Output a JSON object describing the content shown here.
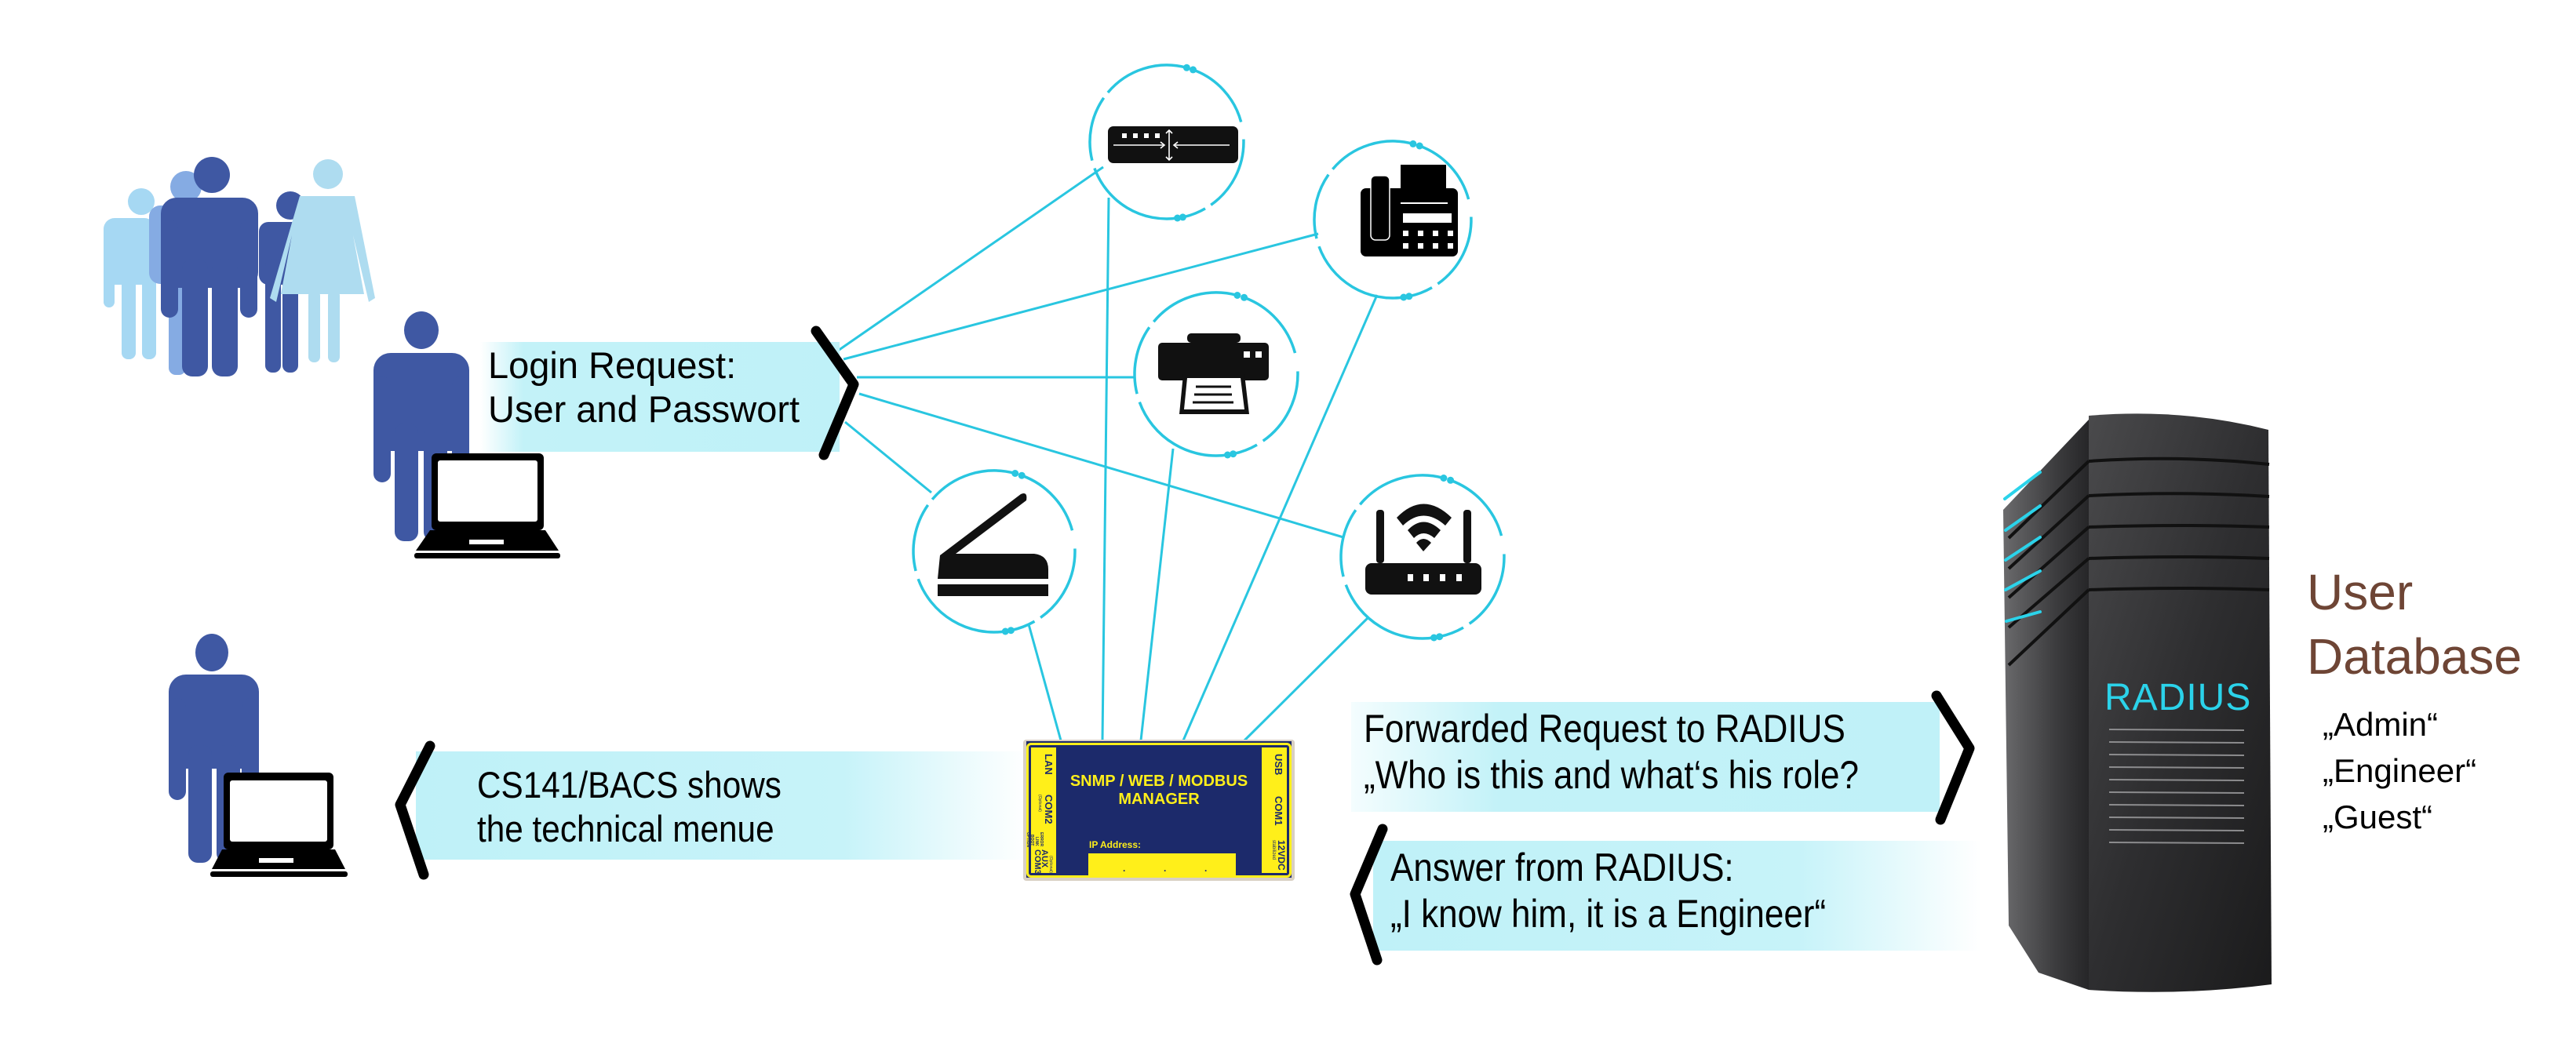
{
  "diagram": {
    "title": "RADIUS authentication flow for CS141/BACS",
    "colors": {
      "accent_cyan": "#29c6e0",
      "band_cyan": "#c3f2f8",
      "person_dark": "#3f58a3",
      "person_mid": "#85abe3",
      "person_light": "#aedcf0",
      "device_navy": "#1c2a6b",
      "device_yellow": "#ffef1a",
      "radius_text": "#2bd3ea",
      "db_title": "#6e4535"
    },
    "actors": {
      "user_group": {
        "icon": "people-group-icon"
      },
      "requesting_user": {
        "icon": "person-with-laptop-icon"
      },
      "receiving_user": {
        "icon": "person-with-laptop-icon"
      }
    },
    "messages": {
      "login_request": {
        "lines": [
          "Login Request:",
          "User and Passwort"
        ],
        "direction": "right"
      },
      "technical_menu": {
        "lines": [
          "CS141/BACS shows",
          "the technical menue"
        ],
        "direction": "left"
      },
      "forwarded_request": {
        "lines": [
          "Forwarded Request to RADIUS",
          "„Who is this and what‘s his role?"
        ],
        "direction": "right"
      },
      "radius_answer": {
        "lines": [
          "Answer from RADIUS:",
          "„I know him, it is a Engineer“"
        ],
        "direction": "left"
      }
    },
    "network_devices": [
      {
        "name": "switch",
        "icon": "network-switch-icon"
      },
      {
        "name": "fax",
        "icon": "fax-machine-icon"
      },
      {
        "name": "printer",
        "icon": "printer-icon"
      },
      {
        "name": "scanner",
        "icon": "scanner-icon"
      },
      {
        "name": "router",
        "icon": "wifi-router-icon"
      }
    ],
    "manager_device": {
      "title_line1": "SNMP / WEB / MODBUS",
      "title_line2": "MANAGER",
      "ip_label": "IP Address:",
      "ip_value": ".     .     .",
      "left_ports": [
        "LAN",
        "COM2",
        "AUX",
        "COM3"
      ],
      "left_small": [
        "(Optional)",
        "ERROR",
        "LINK",
        "BOOT",
        "OPTION",
        "(Optional)"
      ],
      "right_ports": [
        "USB",
        "COM1",
        "12VDC"
      ],
      "right_small": [
        "stabilized"
      ]
    },
    "server": {
      "label": "RADIUS",
      "icon": "server-tower-icon"
    },
    "user_database": {
      "title_line1": "User",
      "title_line2": "Database",
      "roles": [
        "„Admin“",
        "„Engineer“",
        "„Guest“"
      ]
    }
  }
}
